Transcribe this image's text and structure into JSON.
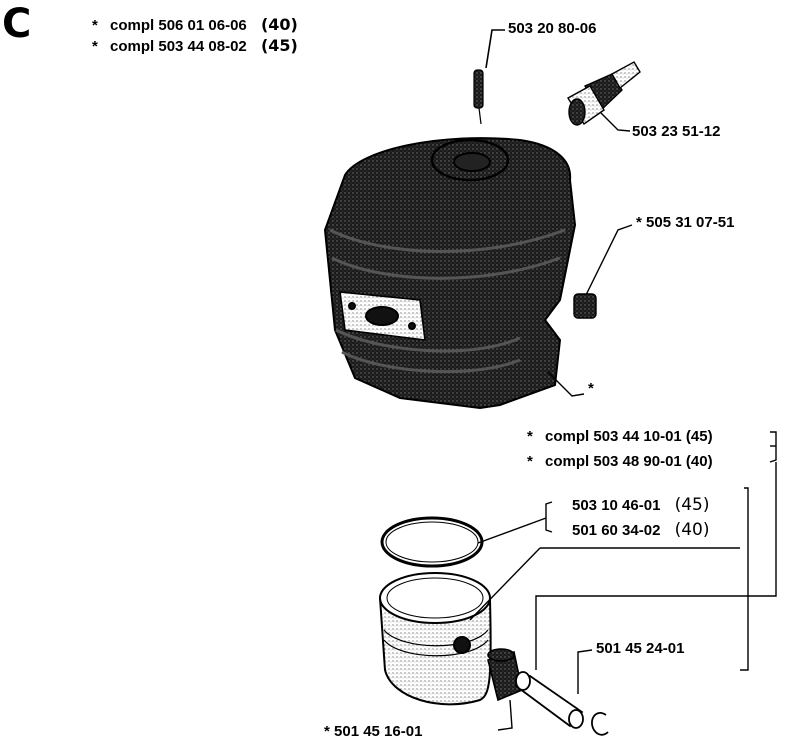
{
  "section_letter": "C",
  "header_kits": [
    {
      "star": "*",
      "text": "compl 506 01 06-06",
      "variant": "(40)"
    },
    {
      "star": "*",
      "text": "compl 503 44 08-02",
      "variant": "(45)"
    }
  ],
  "parts": {
    "pin_top": "503 20 80-06",
    "spark_plug": "503 23 51-12",
    "nut": "* 505 31 07-51",
    "cylinder_mark": "*",
    "piston_kit_45": {
      "star": "*",
      "text": "compl 503 44 10-01 (45)"
    },
    "piston_kit_40": {
      "star": "*",
      "text": "compl 503 48 90-01 (40)"
    },
    "ring_45": {
      "text": "503 10 46-01",
      "variant": "(45)"
    },
    "ring_40": {
      "text": "501 60 34-02",
      "variant": "(40)"
    },
    "piston_pin": "501 45 24-01",
    "needle_bearing": "* 501 45 16-01"
  }
}
